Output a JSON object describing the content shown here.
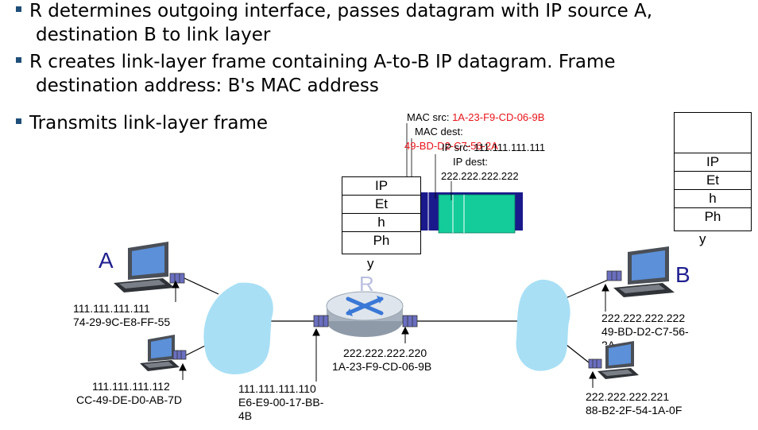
{
  "bullets": [
    {
      "line1": "R determines outgoing interface, passes datagram with IP source A,",
      "line2": "destination B to link layer"
    },
    {
      "line1": "R creates link-layer frame containing A-to-B IP datagram. Frame",
      "line2": "destination address: B's MAC address"
    },
    {
      "line1": "Transmits link-layer frame",
      "line2": ""
    }
  ],
  "frame_annotation": {
    "mac_src_label": "MAC src:",
    "mac_src_value": "1A-23-F9-CD-06-9B",
    "mac_dest_label": "MAC dest:",
    "mac_dest_value": "49-BD-D2-C7-56-2A",
    "ip_src_label": "IP src:",
    "ip_src_value": "111.111.111.111",
    "ip_dest_label": "IP dest:",
    "ip_dest_value": "222.222.222.222"
  },
  "router_stack": [
    "IP",
    "Et",
    "h",
    "Ph",
    "y"
  ],
  "host_b_stack": [
    "",
    "",
    "IP",
    "Et",
    "h",
    "Ph",
    "y"
  ],
  "labels": {
    "host_a": "A",
    "host_b": "B",
    "router": "R"
  },
  "hosts": {
    "a": {
      "ip": "111.111.111.111",
      "mac": "74-29-9C-E8-FF-55"
    },
    "a2": {
      "ip": "111.111.111.112",
      "mac": "CC-49-DE-D0-AB-7D"
    },
    "router_left": {
      "ip": "111.111.111.110",
      "mac_line1": "E6-E9-00-17-BB-",
      "mac_line2": "4B"
    },
    "router_right": {
      "ip": "222.222.222.220",
      "mac": "1A-23-F9-CD-06-9B"
    },
    "b": {
      "ip": "222.222.222.222",
      "mac_line1": "49-BD-D2-C7-56-",
      "mac_line2": "2A"
    },
    "b2": {
      "ip": "222.222.222.221",
      "mac": "88-B2-2F-54-1A-0F"
    }
  },
  "colors": {
    "frame_header": "#1a1a8c",
    "datagram": "#13cc9a",
    "annotation_red": "#e8141b",
    "subnet_cloud": "#a8dff5",
    "letter_blue": "#1f1f8f"
  }
}
